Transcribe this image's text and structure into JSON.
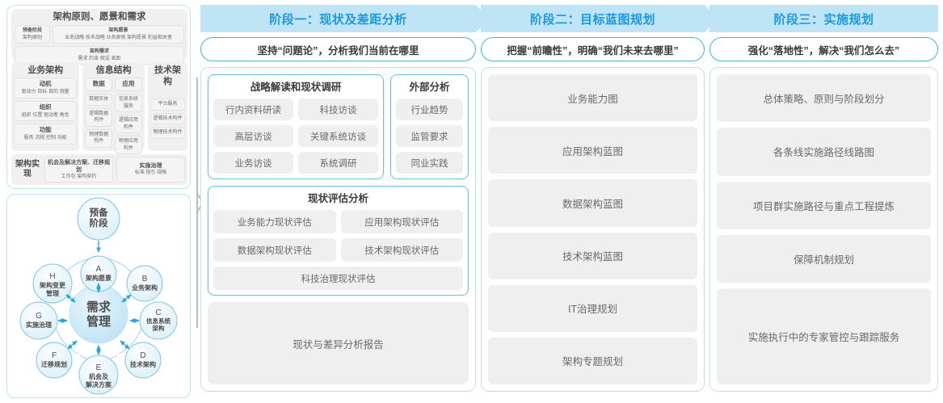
{
  "togaf": {
    "top": {
      "title": "架构原则、愿景和需求",
      "left_cell": {
        "title": "预备阶段",
        "items": "架构原则"
      },
      "right_cell": {
        "title": "架构愿景",
        "items": "业务战略 技术战略 业务原则 架构愿景 利益相关者"
      },
      "req_cell": {
        "title": "架构需求",
        "items": "需求   约束   假设   差距"
      }
    },
    "columns": [
      {
        "title": "业务架构",
        "cells": [
          {
            "title": "动机",
            "items": "驱动力 目标 目的 测量"
          },
          {
            "title": "组织",
            "items": "组织 位置 驱动者 角色"
          },
          {
            "title": "功能",
            "items": "服务 流程 控制 功能"
          }
        ]
      },
      {
        "title": "信息结构",
        "sub_columns": [
          {
            "title": "数据",
            "cells": [
              "数据实体",
              "逻辑数据构件",
              "物理数据构件"
            ]
          },
          {
            "title": "应用",
            "cells": [
              "信息系统服务",
              "逻辑应用构件",
              "物理应用构件"
            ]
          }
        ]
      },
      {
        "title": "技术架构",
        "cells": [
          "平台服务",
          "逻辑技术构件",
          "物理技术构件"
        ]
      }
    ],
    "bottom": {
      "label": "架构实现",
      "cells": [
        {
          "title": "机会及解决方案、迁移规划",
          "items": "工作包  架构契约"
        },
        {
          "title": "实施治理",
          "items": "标准  指引  规格"
        }
      ]
    }
  },
  "adm": {
    "center": "需求管理",
    "preliminary": "预备阶段",
    "nodes": [
      {
        "key": "A",
        "label": "架构愿景"
      },
      {
        "key": "B",
        "label": "业务架构"
      },
      {
        "key": "C",
        "label": "信息系统架构"
      },
      {
        "key": "D",
        "label": "技术架构"
      },
      {
        "key": "E",
        "label": "机会及解决方案"
      },
      {
        "key": "F",
        "label": "迁移规划"
      },
      {
        "key": "G",
        "label": "实施治理"
      },
      {
        "key": "H",
        "label": "架构变更管理"
      }
    ]
  },
  "phases": [
    {
      "title": "阶段一：现状及差距分析",
      "subtitle": "坚持“问题论”，分析我们当前在哪里",
      "strategy_card": {
        "title": "战略解读和现状调研",
        "items": [
          "行内资料研读",
          "科技访谈",
          "高层访谈",
          "关键系统访谈",
          "业务访谈",
          "系统调研"
        ]
      },
      "external_card": {
        "title": "外部分析",
        "items": [
          "行业趋势",
          "监管要求",
          "同业实践"
        ]
      },
      "assessment_card": {
        "title": "现状评估分析",
        "items": [
          "业务能力现状评估",
          "应用架构现状评估",
          "数据架构现状评估",
          "技术架构现状评估"
        ],
        "full_item": "科技治理现状评估"
      },
      "report": "现状与差异分析报告"
    },
    {
      "title": "阶段二：目标蓝图规划",
      "subtitle": "把握“前瞻性”，明确“我们未来去哪里”",
      "items": [
        "业务能力图",
        "应用架构蓝图",
        "数据架构蓝图",
        "技术架构蓝图",
        "IT治理规划",
        "架构专题规划"
      ]
    },
    {
      "title": "阶段三：实施规划",
      "subtitle": "强化“落地性”，解决“我们怎么去”",
      "items": [
        "总体策略、原则与阶段划分",
        "各条线实施路径线路图",
        "项目群实施路径与重点工程提炼",
        "保障机制规划",
        "实施执行中的专家管控与跟踪服务"
      ]
    }
  ],
  "colors": {
    "accent": "#1a9ae0",
    "header_bg": "#bfe4f5",
    "panel_border": "#bfe2f2",
    "card_border": "#5dc0e8",
    "chip_bg": "#efefef",
    "chip_text": "#6a6a6a"
  }
}
